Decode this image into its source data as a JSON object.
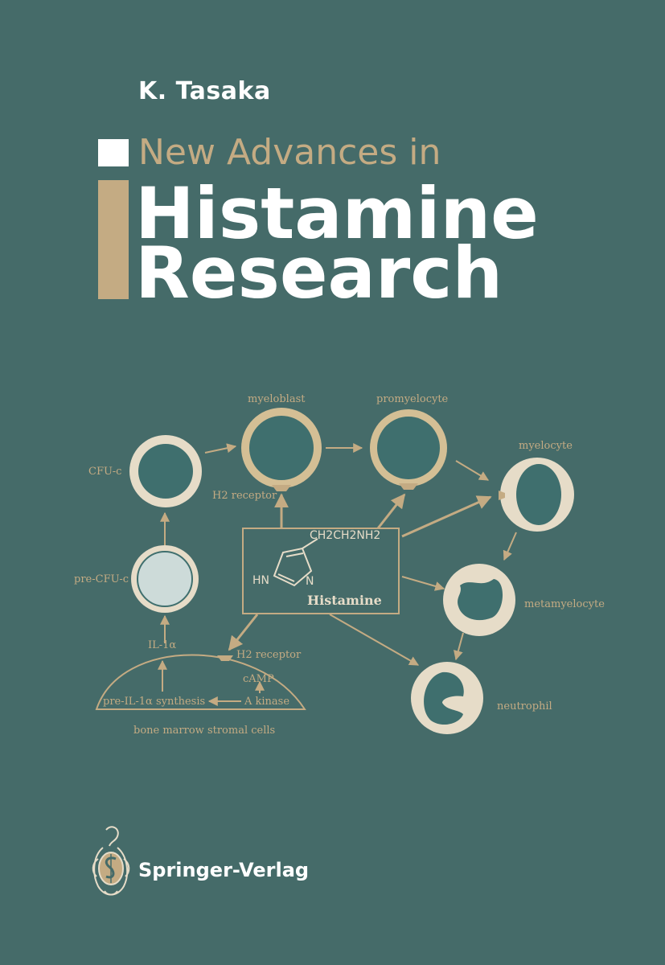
{
  "cover": {
    "author": "K. Tasaka",
    "subtitle": "New Advances in",
    "title_line1": "Histamine",
    "title_line2": "Research",
    "publisher": "Springer-Verlag"
  },
  "diagram": {
    "labels": {
      "myeloblast": "myeloblast",
      "promyelocyte": "promyelocyte",
      "myelocyte": "myelocyte",
      "cfu_c": "CFU-c",
      "h2_receptor_top": "H2 receptor",
      "pre_cfu_c": "pre-CFU-c",
      "metamyelocyte": "metamyelocyte",
      "il_1a": "IL-1α",
      "h2_receptor_bottom": "H2 receptor",
      "camp": "cAMP",
      "pre_il_1a_synthesis": "pre-IL-1α synthesis",
      "a_kinase": "A kinase",
      "bone_marrow": "bone marrow stromal cells",
      "neutrophil": "neutrophil",
      "chem_side_chain": "CH2CH2NH2",
      "chem_hn": "HN",
      "chem_n": "N",
      "histamine": "Histamine"
    }
  },
  "colors": {
    "background": "#456b69",
    "accent": "#c4ab83",
    "text": "#ffffff",
    "cell_fill": "#e6dcc8",
    "nucleus": "#3f6f6e"
  }
}
